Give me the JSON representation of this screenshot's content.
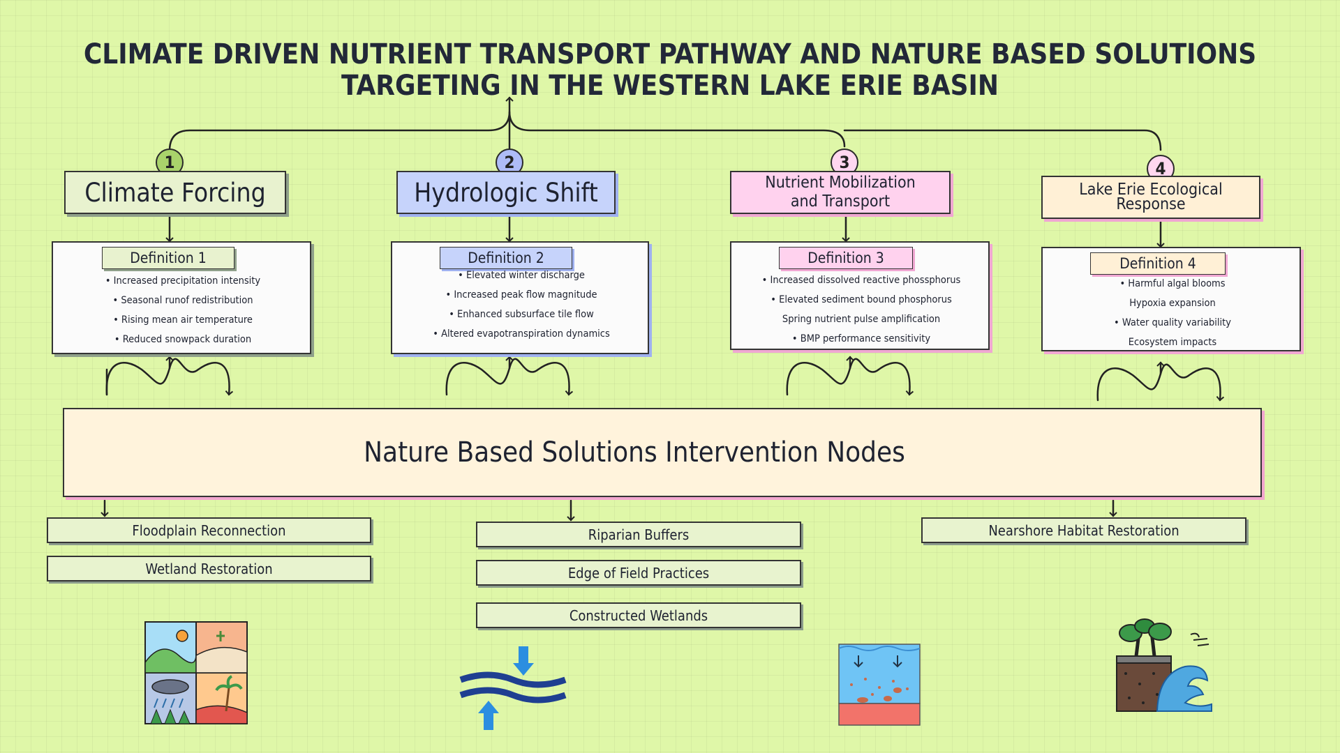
{
  "title": "CLIMATE DRIVEN NUTRIENT TRANSPORT PATHWAY AND NATURE BASED SOLUTIONS TARGETING IN THE WESTERN LAKE ERIE BASIN",
  "stages": [
    {
      "number": "1",
      "label": "Climate Forcing",
      "definition_label": "Definition 1",
      "items": [
        "• Increased precipitation intensity",
        "• Seasonal runof redistribution",
        "• Rising mean air temperature",
        "• Reduced snowpack duration"
      ],
      "color": "#e8f2cf",
      "badge_color": "#a9d36b",
      "shadow_color": "#8fa08a"
    },
    {
      "number": "2",
      "label": "Hydrologic Shift",
      "definition_label": "Definition 2",
      "items": [
        "• Elevated winter discharge",
        "• Increased peak flow magnitude",
        "• Enhanced subsurface tile flow",
        "• Altered evapotranspiration dynamics"
      ],
      "color": "#c6d3fb",
      "badge_color": "#aebcf7",
      "shadow_color": "#9fb1f0"
    },
    {
      "number": "3",
      "label": "Nutrient Mobilization and Transport",
      "definition_label": "Definition 3",
      "items": [
        "• Increased dissolved reactive phossphorus",
        "• Elevated sediment bound phosphorus",
        "Spring nutrient pulse amplification",
        "• BMP performance sensitivity"
      ],
      "color": "#ffd2ee",
      "badge_color": "#ffd7f0",
      "shadow_color": "#f0a7d2"
    },
    {
      "number": "4",
      "label": "Lake Erie Ecological Response",
      "definition_label": "Definition 4",
      "items": [
        "• Harmful algal blooms",
        "Hypoxia expansion",
        "• Water quality variability",
        "Ecosystem impacts"
      ],
      "color": "#fff0d6",
      "badge_color": "#ffd7f0",
      "shadow_color": "#f0a7d2"
    }
  ],
  "nbs": {
    "title": "Nature Based Solutions Intervention Nodes",
    "groups": [
      [
        "Floodplain Reconnection",
        "Wetland Restoration"
      ],
      [
        "Riparian Buffers",
        "Edge of Field Practices",
        "Constructed Wetlands"
      ],
      [
        "Nearshore Habitat Restoration"
      ]
    ]
  },
  "icons": [
    "climate-seasons-icon",
    "water-flow-icon",
    "sediment-water-icon",
    "coastal-erosion-icon"
  ]
}
